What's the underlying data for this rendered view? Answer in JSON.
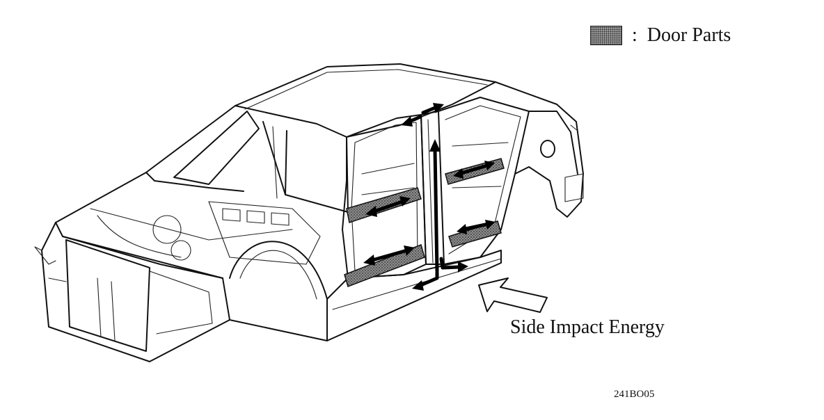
{
  "legend": {
    "swatch_pattern": "door-parts-hatch",
    "colon": ":",
    "label": "Door Parts"
  },
  "annotations": {
    "impact_label": "Side Impact Energy",
    "figure_code": "241BO05"
  }
}
